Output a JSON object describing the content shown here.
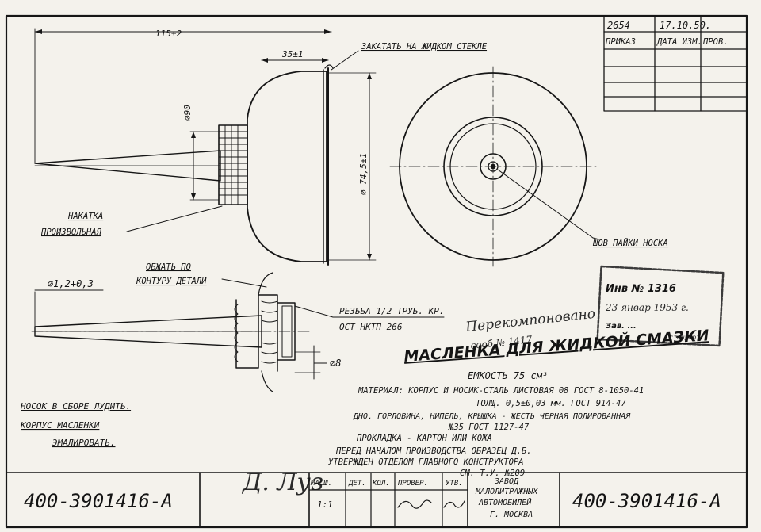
{
  "drawing": {
    "drawing_number": "400-3901416-А",
    "drawing_number_right": "400-3901416-А",
    "title": "МАСЛЕНКА ДЛЯ ЖИДКОЙ СМАЗКИ",
    "capacity": "ЕМКОСТЬ  75 см³",
    "spec_lines": [
      "МАТЕРИАЛ: КОРПУС И НОСИК-СТАЛЬ ЛИСТОВАЯ 08 ГОСТ 8-1050-41",
      "ТОЛЩ. 0,5±0,03 мм.  ГОСТ 914-47",
      "ДНО, ГОРЛОВИНА, НИПЕЛЬ, КРЫШКА - ЖЕСТЬ ЧЕРНАЯ ПОЛИРОВАННАЯ",
      "№35 ГОСТ 1127-47",
      "ПРОКЛАДКА - КАРТОН ИЛИ КОЖА",
      "ПЕРЕД НАЧАЛОМ ПРОИЗВОДСТВА ОБРАЗЕЦ Д.Б.",
      "УТВЕРЖДЕН ОТДЕЛОМ ГЛАВНОГО КОНСТРУКТОРА",
      "СМ. Т.У. №209"
    ],
    "notes": [
      "НОСОК  В СБОРЕ ЛУДИТЬ.",
      "КОРПУС МАСЛЕНКИ",
      "ЭМАЛИРОВАТЬ."
    ],
    "annotations": {
      "roll_on_glass": "ЗАКАТАТЬ НА ЖИДКОМ СТЕКЛЕ",
      "knurl_line1": "НАКАТКА",
      "knurl_line2": "ПРОИЗВОЛЬНАЯ",
      "crimp_line1": "ОБЖАТЬ ПО",
      "crimp_line2": "КОНТУРУ ДЕТАЛИ",
      "thread_line1": "РЕЗЬБА 1/2 ТРУБ. КР.",
      "thread_line2": "ОСТ НКТП 266",
      "solder_seam": "ШОВ ПАЙКИ НОСКА"
    },
    "dimensions": {
      "overall_length": "115±2",
      "body_depth": "35±1",
      "diameter_90": "⌀90",
      "diameter_body": "⌀ 74,5±1",
      "tip_diameter": "⌀1,2+0,3",
      "diameter_8": "⌀8"
    },
    "handwritten": {
      "margin_note_line1": "Перекомпоновано",
      "margin_note_line2": "сооб № 1417",
      "signature": "Д. Луз"
    },
    "stamp": {
      "line1": "Инв №  1316",
      "line2": "23 январ 1953 г.",
      "line3": "Зав. ...",
      "line4": "...стандарт..."
    },
    "revision_table": {
      "values": [
        "2654",
        "17.10.50."
      ],
      "headers": [
        "ПРИКАЗ",
        "ДАТА ИЗМ.",
        "ПРОВ."
      ]
    },
    "title_block": {
      "headers": [
        "МАСШ.",
        "ДЕТ.",
        "КОЛ.",
        "ПРОВЕР.",
        "УТВ."
      ],
      "scale_value": "1:1",
      "plant_lines": [
        "ЗАВОД",
        "МАЛОЛИТРАЖНЫХ",
        "АВТОМОБИЛЕЙ",
        "Г. МОСКВА"
      ]
    }
  }
}
